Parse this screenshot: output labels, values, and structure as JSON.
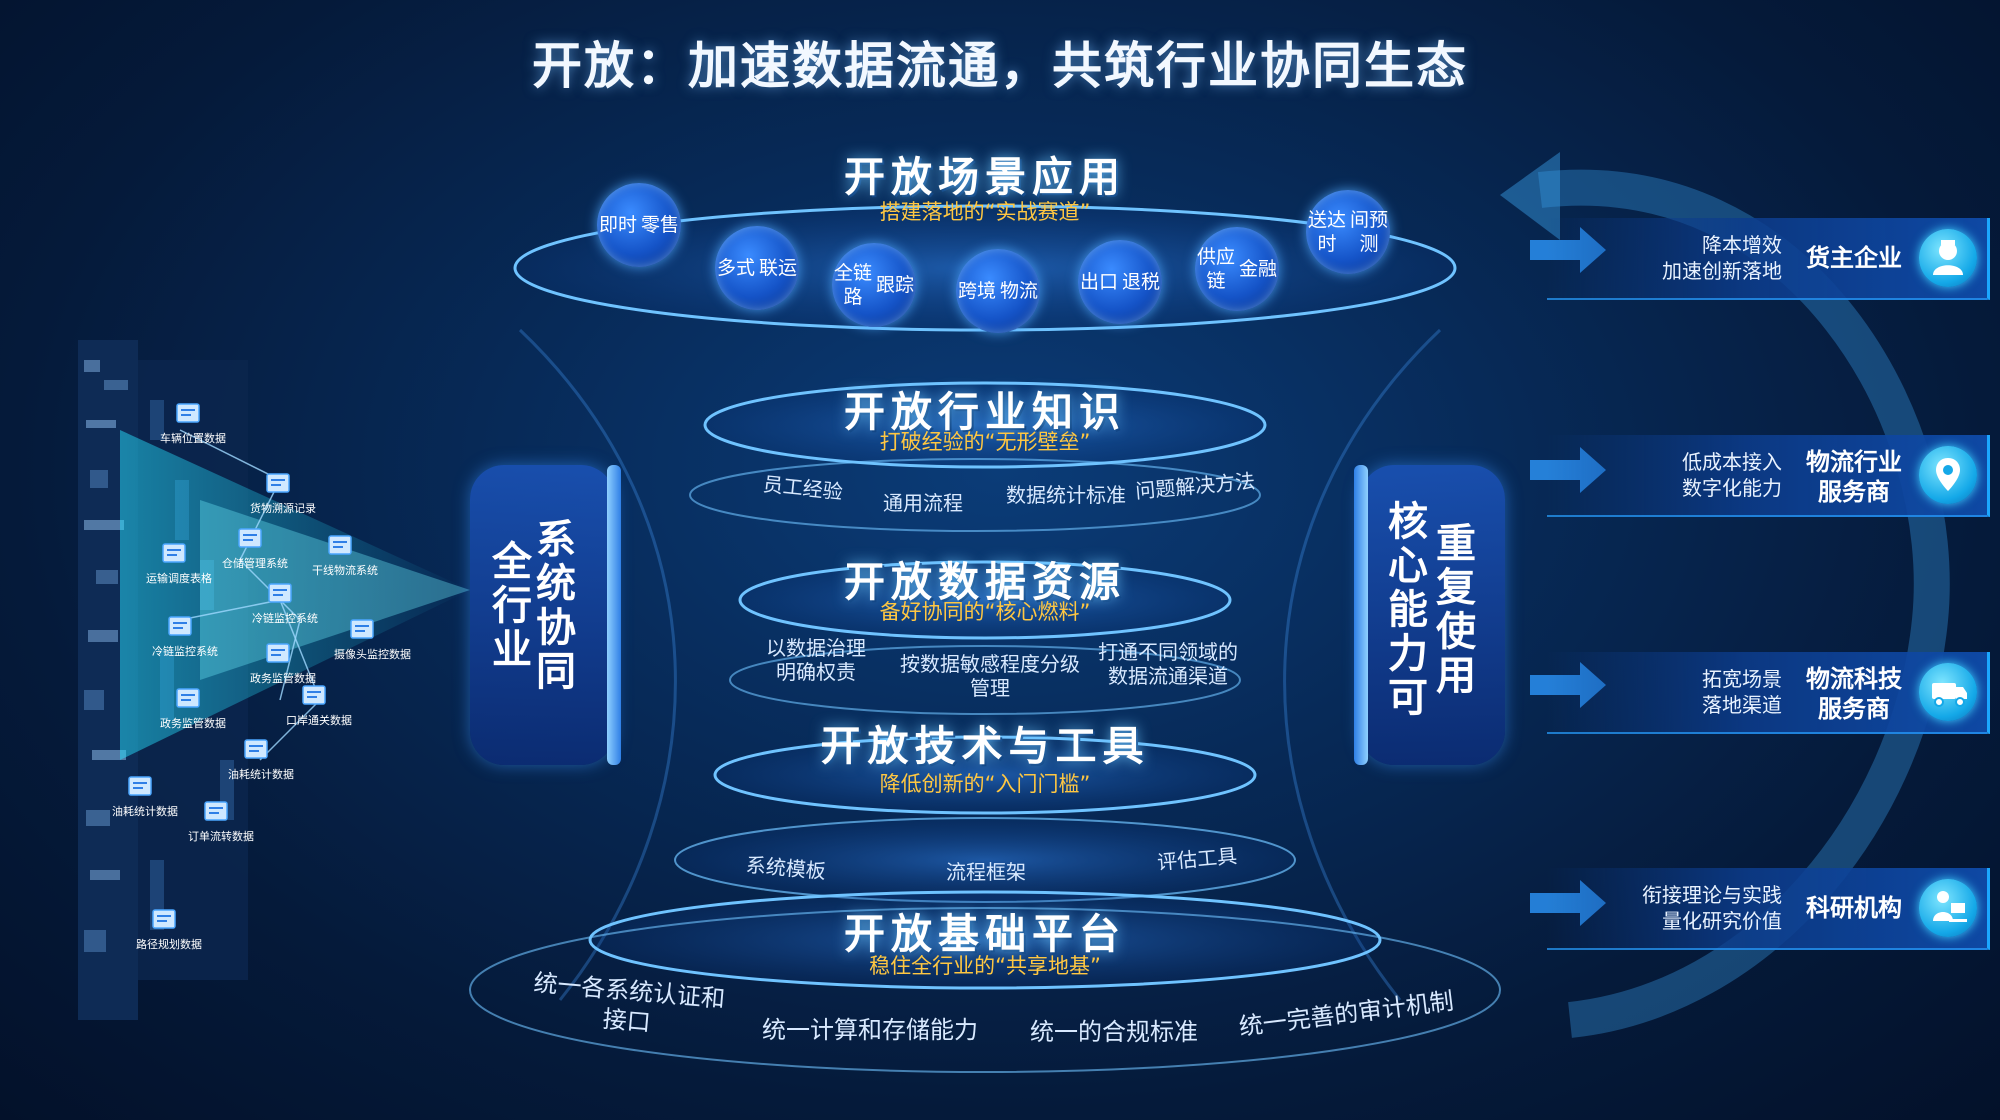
{
  "title": "开放：加速数据流通，共筑行业协同生态",
  "layers": [
    {
      "title": "开放场景应用",
      "subtitle": "搭建落地的“实战赛道”",
      "bubbles": [
        [
          "即时",
          "零售"
        ],
        [
          "多式",
          "联运"
        ],
        [
          "全链路",
          "跟踪"
        ],
        [
          "跨境",
          "物流"
        ],
        [
          "出口",
          "退税"
        ],
        [
          "供应链",
          "金融"
        ],
        [
          "送达时",
          "间预测"
        ]
      ]
    },
    {
      "title": "开放行业知识",
      "subtitle": "打破经验的“无形壁垒”",
      "items": [
        "员工经验",
        "通用流程",
        "数据统计标准",
        "问题解决方法"
      ]
    },
    {
      "title": "开放数据资源",
      "subtitle": "备好协同的“核心燃料”",
      "items": [
        [
          "以数据治理",
          "明确权责"
        ],
        [
          "按数据敏感程度分级",
          "管理"
        ],
        [
          "打通不同领域的",
          "数据流通渠道"
        ]
      ]
    },
    {
      "title": "开放技术与工具",
      "subtitle": "降低创新的“入门门槛”",
      "items": [
        "系统模板",
        "流程框架",
        "评估工具"
      ]
    },
    {
      "title": "开放基础平台",
      "subtitle": "稳住全行业的“共享地基”",
      "items": [
        [
          "统一各系统认证和",
          "接口"
        ],
        "统一计算和存储能力",
        "统一的合规标准",
        "统一完善的审计机制"
      ]
    }
  ],
  "left_side": {
    "col1": "全行业",
    "col2": "系统协同"
  },
  "right_side": {
    "col1": "核心能力可",
    "col2": "重复使用"
  },
  "data_sources": [
    "车辆位置数据",
    "货物溯源记录",
    "仓储管理系统",
    "干线物流系统",
    "运输调度表格",
    "冷链监控系统",
    "冷链监控系统",
    "摄像头监控数据",
    "政务监管数据",
    "口岸通关数据",
    "政务监管数据",
    "油耗统计数据",
    "油耗统计数据",
    "订单流转数据",
    "路径规划数据"
  ],
  "beneficiaries": [
    {
      "desc": [
        "降本增效",
        "加速创新落地"
      ],
      "name": [
        "货主企业"
      ],
      "icon": "worker-icon"
    },
    {
      "desc": [
        "低成本接入",
        "数字化能力"
      ],
      "name": [
        "物流行业",
        "服务商"
      ],
      "icon": "location-pin-icon"
    },
    {
      "desc": [
        "拓宽场景",
        "落地渠道"
      ],
      "name": [
        "物流科技",
        "服务商"
      ],
      "icon": "truck-icon"
    },
    {
      "desc": [
        "衔接理论与实践",
        "量化研究价值"
      ],
      "name": [
        "科研机构"
      ],
      "icon": "researcher-icon"
    }
  ],
  "colors": {
    "accent": "#ffc742",
    "glow": "#4fc8ff",
    "card_edge": "#1ba7ff"
  }
}
